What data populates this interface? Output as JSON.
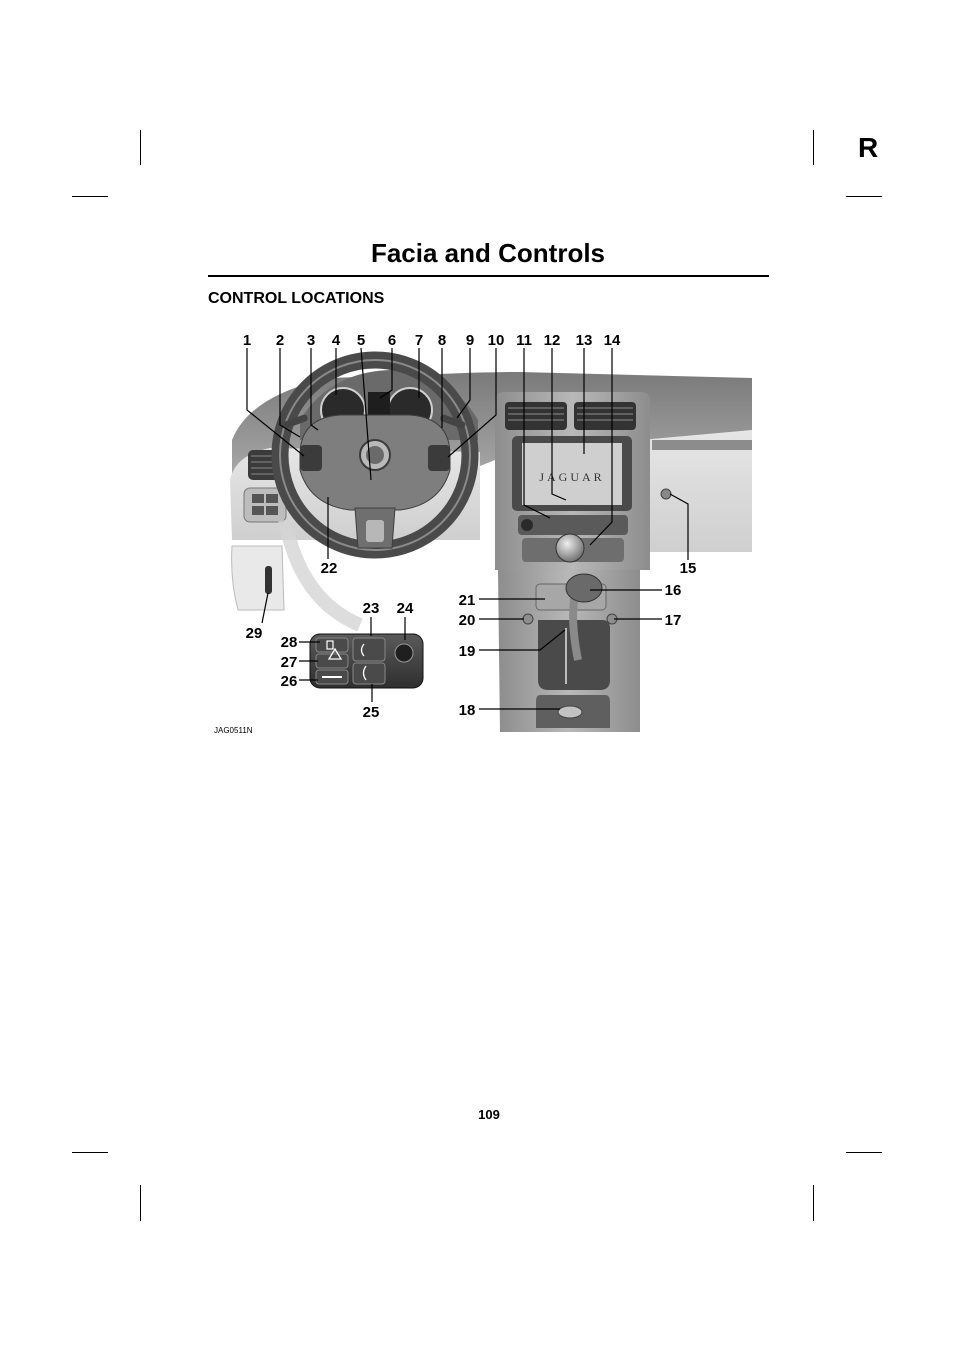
{
  "tab_letter": "R",
  "title": "Facia and Controls",
  "section_heading": "CONTROL LOCATIONS",
  "figure": {
    "reference": "JAG0511N",
    "panel_brand": "JAGUAR",
    "callouts": [
      "1",
      "2",
      "3",
      "4",
      "5",
      "6",
      "7",
      "8",
      "9",
      "10",
      "11",
      "12",
      "13",
      "14",
      "15",
      "16",
      "17",
      "18",
      "19",
      "20",
      "21",
      "22",
      "23",
      "24",
      "25",
      "26",
      "27",
      "28",
      "29"
    ]
  },
  "page_number": "109"
}
